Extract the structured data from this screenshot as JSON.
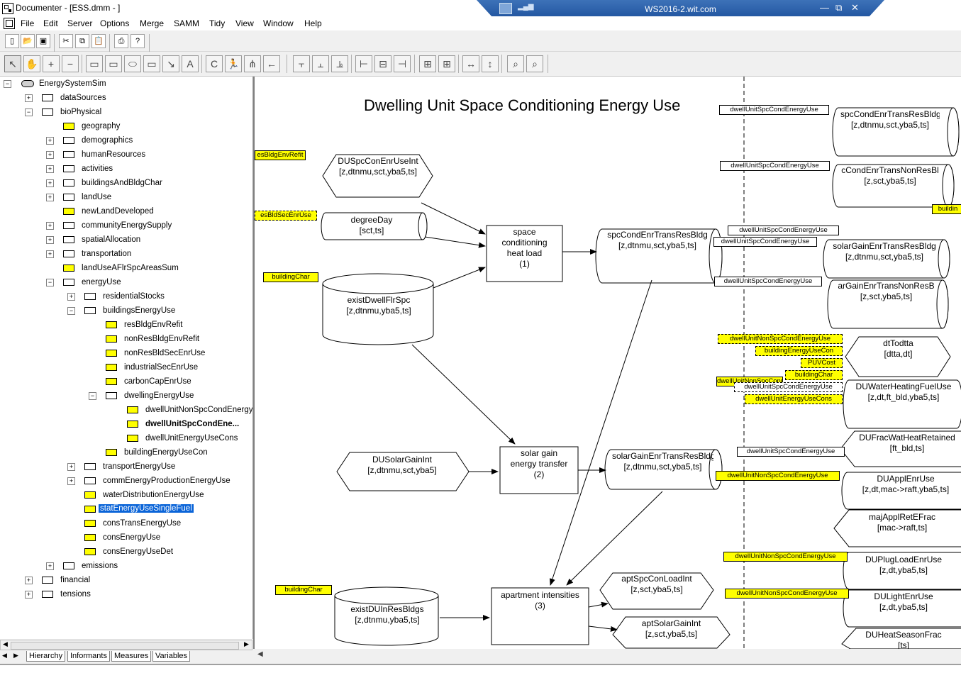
{
  "window": {
    "title": "Documenter - [ESS.dmm - ]"
  },
  "remote": {
    "host": "WS2016-2.wit.com",
    "minimize": "—",
    "restore": "⧉",
    "close": "✕"
  },
  "menu": [
    "File",
    "Edit",
    "Server",
    "Options",
    "Merge",
    "SAMM",
    "Tidy",
    "View",
    "Window",
    "Help"
  ],
  "toolbar1": [
    {
      "icon": "new-document-icon",
      "glyph": "▯"
    },
    {
      "icon": "open-folder-icon",
      "glyph": "📂"
    },
    {
      "icon": "save-disk-icon",
      "glyph": "▣"
    },
    {
      "icon": "cut-icon",
      "glyph": "✂"
    },
    {
      "icon": "copy-icon",
      "glyph": "⧉"
    },
    {
      "icon": "paste-icon",
      "glyph": "📋"
    },
    {
      "icon": "print-icon",
      "glyph": "⎙"
    },
    {
      "icon": "help-icon",
      "glyph": "?"
    }
  ],
  "toolbar2": [
    {
      "icon": "pointer-icon",
      "glyph": "↖"
    },
    {
      "icon": "hand-pan-icon",
      "glyph": "✋"
    },
    {
      "icon": "zoom-plus-icon",
      "glyph": "+"
    },
    {
      "icon": "zoom-minus-icon",
      "glyph": "−"
    },
    {
      "icon": "cylinder-tool-icon",
      "glyph": "▭"
    },
    {
      "icon": "flow-tool-icon",
      "glyph": "▭"
    },
    {
      "icon": "hexagon-tool-icon",
      "glyph": "⬭"
    },
    {
      "icon": "label-tool-icon",
      "glyph": "▭"
    },
    {
      "icon": "arrow-tool-icon",
      "glyph": "↘"
    },
    {
      "icon": "text-tool-icon",
      "glyph": "A"
    },
    {
      "icon": "rotate-icon",
      "glyph": "C"
    },
    {
      "icon": "runner-icon",
      "glyph": "🏃"
    },
    {
      "icon": "runners-icon",
      "glyph": "⋔"
    },
    {
      "icon": "arrow-left-icon",
      "glyph": "←"
    },
    {
      "icon": "align-top-icon",
      "glyph": "⫟"
    },
    {
      "icon": "align-middle-icon",
      "glyph": "⫠"
    },
    {
      "icon": "align-bottom-icon",
      "glyph": "⫡"
    },
    {
      "icon": "align-left-icon",
      "glyph": "⊢"
    },
    {
      "icon": "align-center-icon",
      "glyph": "⊟"
    },
    {
      "icon": "align-right-icon",
      "glyph": "⊣"
    },
    {
      "icon": "distribute-h-icon",
      "glyph": "⊞"
    },
    {
      "icon": "distribute-v-icon",
      "glyph": "⊞"
    },
    {
      "icon": "same-width-icon",
      "glyph": "↔"
    },
    {
      "icon": "same-height-icon",
      "glyph": "↕"
    },
    {
      "icon": "zoom-in-icon",
      "glyph": "⌕"
    },
    {
      "icon": "zoom-out-icon",
      "glyph": "⌕"
    }
  ],
  "tree": [
    {
      "label": "EnergySystemSim",
      "level": 0,
      "exp": "-",
      "icon": "oval"
    },
    {
      "label": "dataSources",
      "level": 1,
      "exp": "+",
      "icon": "w"
    },
    {
      "label": "bioPhysical",
      "level": 1,
      "exp": "-",
      "icon": "w"
    },
    {
      "label": "geography",
      "level": 2,
      "exp": "",
      "icon": "y"
    },
    {
      "label": "demographics",
      "level": 2,
      "exp": "+",
      "icon": "w"
    },
    {
      "label": "humanResources",
      "level": 2,
      "exp": "+",
      "icon": "w"
    },
    {
      "label": "activities",
      "level": 2,
      "exp": "+",
      "icon": "w"
    },
    {
      "label": "buildingsAndBldgChar",
      "level": 2,
      "exp": "+",
      "icon": "w"
    },
    {
      "label": "landUse",
      "level": 2,
      "exp": "+",
      "icon": "w"
    },
    {
      "label": "newLandDeveloped",
      "level": 2,
      "exp": "",
      "icon": "y"
    },
    {
      "label": "communityEnergySupply",
      "level": 2,
      "exp": "+",
      "icon": "w"
    },
    {
      "label": "spatialAllocation",
      "level": 2,
      "exp": "+",
      "icon": "w"
    },
    {
      "label": "transportation",
      "level": 2,
      "exp": "+",
      "icon": "w"
    },
    {
      "label": "landUseAFlrSpcAreasSum",
      "level": 2,
      "exp": "",
      "icon": "y"
    },
    {
      "label": "energyUse",
      "level": 2,
      "exp": "-",
      "icon": "w"
    },
    {
      "label": "residentialStocks",
      "level": 3,
      "exp": "+",
      "icon": "w"
    },
    {
      "label": "buildingsEnergyUse",
      "level": 3,
      "exp": "-",
      "icon": "w"
    },
    {
      "label": "resBldgEnvRefit",
      "level": 4,
      "exp": "",
      "icon": "y"
    },
    {
      "label": "nonResBldgEnvRefit",
      "level": 4,
      "exp": "",
      "icon": "y"
    },
    {
      "label": "nonResBldSecEnrUse",
      "level": 4,
      "exp": "",
      "icon": "y"
    },
    {
      "label": "industrialSecEnrUse",
      "level": 4,
      "exp": "",
      "icon": "y"
    },
    {
      "label": "carbonCapEnrUse",
      "level": 4,
      "exp": "",
      "icon": "y"
    },
    {
      "label": "dwellingEnergyUse",
      "level": 4,
      "exp": "-",
      "icon": "w"
    },
    {
      "label": "dwellUnitNonSpcCondEnergyU",
      "level": 5,
      "exp": "",
      "icon": "y"
    },
    {
      "label": "dwellUnitSpcCondEne...",
      "level": 5,
      "exp": "",
      "icon": "y",
      "bold": true
    },
    {
      "label": "dwellUnitEnergyUseCons",
      "level": 5,
      "exp": "",
      "icon": "y"
    },
    {
      "label": "buildingEnergyUseCon",
      "level": 4,
      "exp": "",
      "icon": "y"
    },
    {
      "label": "transportEnergyUse",
      "level": 3,
      "exp": "+",
      "icon": "w"
    },
    {
      "label": "commEnergyProductionEnergyUse",
      "level": 3,
      "exp": "+",
      "icon": "w"
    },
    {
      "label": "waterDistributionEnergyUse",
      "level": 3,
      "exp": "",
      "icon": "y"
    },
    {
      "label": "statEnergyUseSingleFuel",
      "level": 3,
      "exp": "",
      "icon": "y",
      "selected": true
    },
    {
      "label": "consTransEnergyUse",
      "level": 3,
      "exp": "",
      "icon": "y"
    },
    {
      "label": "consEnergyUse",
      "level": 3,
      "exp": "",
      "icon": "y"
    },
    {
      "label": "consEnergyUseDet",
      "level": 3,
      "exp": "",
      "icon": "y"
    },
    {
      "label": "emissions",
      "level": 2,
      "exp": "+",
      "icon": "w"
    },
    {
      "label": "financial",
      "level": 1,
      "exp": "+",
      "icon": "w"
    },
    {
      "label": "tensions",
      "level": 1,
      "exp": "+",
      "icon": "w"
    }
  ],
  "tabs": [
    "Hierarchy",
    "Informants",
    "Measures",
    "Variables"
  ],
  "diagram": {
    "title": "Dwelling Unit Space Conditioning Energy Use",
    "nodes": {
      "duSpcCon": [
        "DUSpcConEnrUseInt",
        "[z,dtnmu,sct,yba5,ts]"
      ],
      "degreeDay": [
        "degreeDay",
        "[sct,ts]"
      ],
      "existDwell": [
        "existDwellFlrSpc",
        "[z,dtnmu,yba5,ts]"
      ],
      "spaceCond": [
        "space",
        "conditioning",
        "heat load",
        "(1)"
      ],
      "spcCondEnr": [
        "spcCondEnrTransResBldg",
        "[z,dtnmu,sct,yba5,ts]"
      ],
      "duSolar": [
        "DUSolarGainInt",
        "[z,dtnmu,sct,yba5]"
      ],
      "solarGain": [
        "solar gain",
        "energy transfer",
        "(2)"
      ],
      "solarGainEnr": [
        "solarGainEnrTransResBldg",
        "[z,dtnmu,sct,yba5,ts]"
      ],
      "existDUIn": [
        "existDUInResBldgs",
        "[z,dtnmu,yba5,ts]"
      ],
      "aptInt": [
        "apartment intensities",
        "(3)"
      ],
      "aptSpcCon": [
        "aptSpcConLoadInt",
        "[z,sct,yba5,ts]"
      ],
      "aptSolar": [
        "aptSolarGainInt",
        "[z,sct,yba5,ts]"
      ],
      "r1": [
        "spcCondEnrTransResBldg",
        "[z,dtnmu,sct,yba5,ts]"
      ],
      "r2": [
        "cCondEnrTransNonResBl",
        "[z,sct,yba5,ts]"
      ],
      "r3": [
        "solarGainEnrTransResBldg",
        "[z,dtnmu,sct,yba5,ts]"
      ],
      "r4": [
        "arGainEnrTransNonResB",
        "[z,sct,yba5,ts]"
      ],
      "r5": [
        "dtTodtta",
        "[dtta,dt]"
      ],
      "r6": [
        "DUWaterHeatingFuelUse",
        "[z,dt,ft_bld,yba5,ts]"
      ],
      "r7": [
        "DUFracWatHeatRetained",
        "[ft_bld,ts]"
      ],
      "r8": [
        "DUApplEnrUse",
        "[z,dt,mac->raft,yba5,ts]"
      ],
      "r9": [
        "majApplRetEFrac",
        "[mac->raft,ts]"
      ],
      "r10": [
        "DUPlugLoadEnrUse",
        "[z,dt,yba5,ts]"
      ],
      "r11": [
        "DULightEnrUse",
        "[z,dt,yba5,ts]"
      ],
      "r12": [
        "DUHeatSeasonFrac",
        "[ts]"
      ]
    },
    "labels": {
      "resBldgEnvRefit": "esBldgEnvRefit",
      "resBldSecEnrUse": "esBldSecEnrUse",
      "buildingChar1": "buildingChar",
      "buildingChar2": "buildingChar",
      "dw1": "dwellUnitSpcCondEnergyUse",
      "dw2": "dwellUnitSpcCondEnergyUse",
      "dw3": "dwellUnitSpcCondEnergyUse",
      "dw4": "dwellUnitSpcCondEnergyUse",
      "dw5": "dwellUnitSpcCondEnergyUse",
      "dw6": "dwellUnitSpcCondEnergyUse",
      "dw7": "dwellUnitSpcCondEnergyUse",
      "buildin": "buildin",
      "ns1": "dwellUnitNonSpcCondEnergyUse",
      "beuc": "buildingEnergyUseCon",
      "puv": "PUVCost",
      "bc3": "buildingChar",
      "dwPartial": "dwellUnitNonSpcCondEnergyUse",
      "deuc": "dwellUnitEnergyUseCons",
      "ns2": "dwellUnitNonSpcCondEnergyUse",
      "ns3": "dwellUnitNonSpcCondEnergyUse",
      "ns4": "dwellUnitNonSpcCondEnergyUse"
    }
  },
  "colors": {
    "yellow": "#ffff00",
    "selection": "#0a64d8",
    "titlebar": "#2f65ad"
  }
}
